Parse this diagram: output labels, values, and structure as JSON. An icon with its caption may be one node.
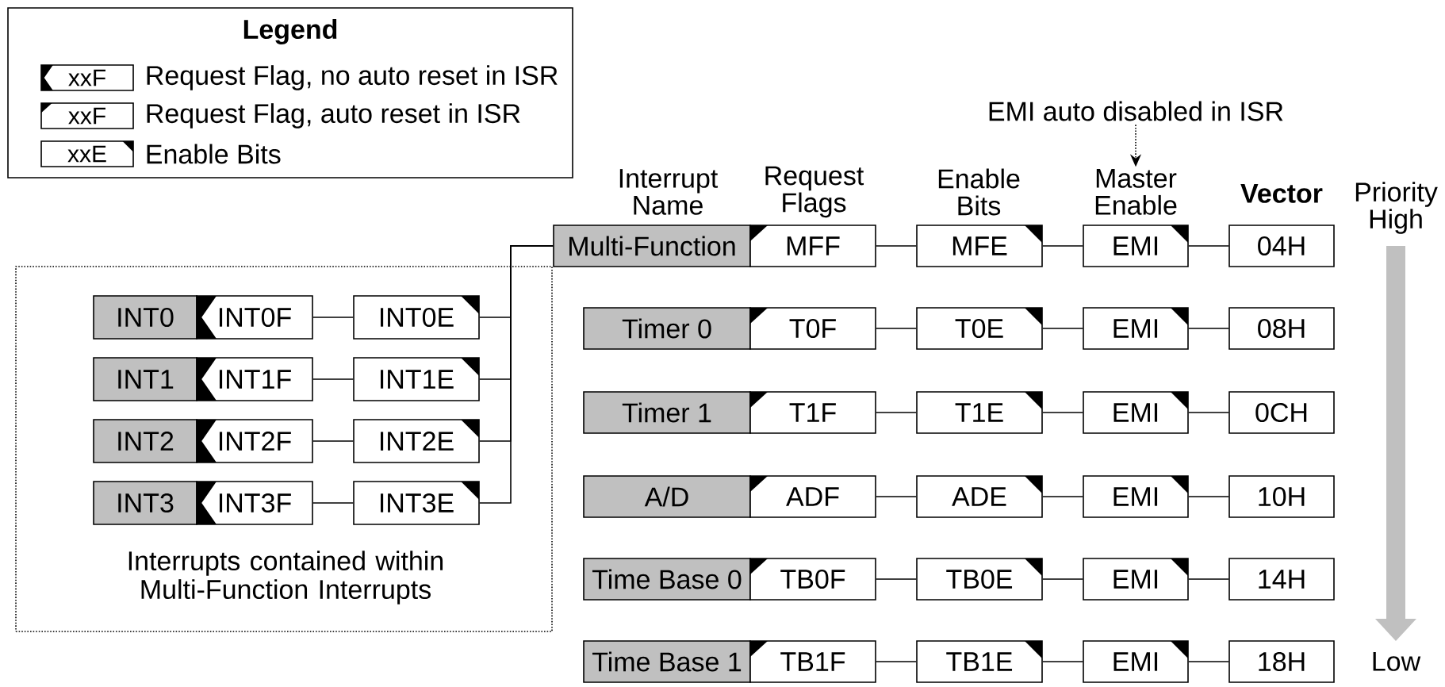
{
  "diagram": {
    "nodes": [
      {
        "text": [
          "EMI auto disabled in ISR"
        ]
      },
      {
        "text": [
          "Multi-Function"
        ]
      },
      {
        "text": [
          "MFF"
        ]
      },
      {
        "text": [
          "MFE"
        ]
      },
      {
        "text": [
          "EMI"
        ]
      },
      {
        "text": [
          "04H"
        ]
      },
      {
        "text": [
          "Interrupts contained within Multi-Function Interrupts"
        ]
      },
      {
        "text": [
          "INT0"
        ],
        "in": 6
      },
      {
        "text": [
          "INT0F"
        ],
        "in": 6
      },
      {
        "text": [
          "INT0E"
        ],
        "in": 6
      },
      {
        "text": [
          "INT1"
        ],
        "in": 6
      },
      {
        "text": [
          "INT1F"
        ],
        "in": 6
      },
      {
        "text": [
          "INT1E"
        ],
        "in": 6
      },
      {
        "text": [
          "INT2"
        ],
        "in": 6
      },
      {
        "text": [
          "INT2F"
        ],
        "in": 6
      },
      {
        "text": [
          "INT2E"
        ],
        "in": 6
      },
      {
        "text": [
          "INT3"
        ],
        "in": 6
      },
      {
        "text": [
          "INT3F"
        ],
        "in": 6
      },
      {
        "text": [
          "INT3E"
        ],
        "in": 6
      },
      {
        "text": [
          "Timer 0"
        ]
      },
      {
        "text": [
          "T0F"
        ]
      },
      {
        "text": [
          "T0E"
        ]
      },
      {
        "text": [
          "EMI"
        ]
      },
      {
        "text": [
          "08H"
        ]
      },
      {
        "text": [
          "Timer 1"
        ]
      },
      {
        "text": [
          "T1F"
        ]
      },
      {
        "text": [
          "T1E"
        ]
      },
      {
        "text": [
          "EMI"
        ]
      },
      {
        "text": [
          "0CH"
        ]
      },
      {
        "text": [
          "A/D"
        ]
      },
      {
        "text": [
          "ADF"
        ]
      },
      {
        "text": [
          "ADE"
        ]
      },
      {
        "text": [
          "EMI"
        ]
      },
      {
        "text": [
          "10H"
        ]
      },
      {
        "text": [
          "Time Base 0"
        ]
      },
      {
        "text": [
          "TB0F"
        ]
      },
      {
        "text": [
          "TB0E"
        ]
      },
      {
        "text": [
          "EMI"
        ]
      },
      {
        "text": [
          "14H"
        ]
      },
      {
        "text": [
          "Time Base 1"
        ]
      },
      {
        "text": [
          "TB1F"
        ]
      },
      {
        "text": [
          "TB1E"
        ]
      },
      {
        "text": [
          "EMI"
        ]
      },
      {
        "text": [
          "18H"
        ]
      },
      {
        "text": [
          "Master Enable"
        ]
      }
    ],
    "edges": [
      {
        "from": 0,
        "to": 44,
        "arrow": "to",
        "style": "dashed"
      },
      {
        "from": 2,
        "to": 3,
        "arrow": "none"
      },
      {
        "from": 3,
        "to": 4,
        "arrow": "none"
      },
      {
        "from": 4,
        "to": 5,
        "arrow": "none"
      },
      {
        "from": 8,
        "to": 9,
        "arrow": "none"
      },
      {
        "from": 9,
        "to": 1,
        "arrow": "none"
      },
      {
        "from": 11,
        "to": 12,
        "arrow": "none"
      },
      {
        "from": 12,
        "to": 1,
        "arrow": "none"
      },
      {
        "from": 14,
        "to": 15,
        "arrow": "none"
      },
      {
        "from": 15,
        "to": 1,
        "arrow": "none"
      },
      {
        "from": 17,
        "to": 18,
        "arrow": "none"
      },
      {
        "from": 18,
        "to": 1,
        "arrow": "none"
      },
      {
        "from": 20,
        "to": 21,
        "arrow": "none"
      },
      {
        "from": 21,
        "to": 22,
        "arrow": "none"
      },
      {
        "from": 22,
        "to": 23,
        "arrow": "none"
      },
      {
        "from": 25,
        "to": 26,
        "arrow": "none"
      },
      {
        "from": 26,
        "to": 27,
        "arrow": "none"
      },
      {
        "from": 27,
        "to": 28,
        "arrow": "none"
      },
      {
        "from": 30,
        "to": 31,
        "arrow": "none"
      },
      {
        "from": 31,
        "to": 32,
        "arrow": "none"
      },
      {
        "from": 32,
        "to": 33,
        "arrow": "none"
      },
      {
        "from": 35,
        "to": 36,
        "arrow": "none"
      },
      {
        "from": 36,
        "to": 37,
        "arrow": "none"
      },
      {
        "from": 37,
        "to": 38,
        "arrow": "none"
      },
      {
        "from": 40,
        "to": 41,
        "arrow": "none"
      },
      {
        "from": 41,
        "to": 42,
        "arrow": "none"
      },
      {
        "from": 42,
        "to": 43,
        "arrow": "none"
      }
    ],
    "labels": [
      "Legend",
      "xxF",
      "xxF",
      "xxE",
      "Interrupt Name",
      "Request Flags",
      "Enable Bits",
      "Vector",
      "Priority High",
      "Low"
    ],
    "legend": [
      {
        "text": "Request Flag, no auto reset in ISR"
      },
      {
        "text": "Request Flag, auto reset in ISR"
      },
      {
        "text": "Enable Bits"
      }
    ]
  }
}
